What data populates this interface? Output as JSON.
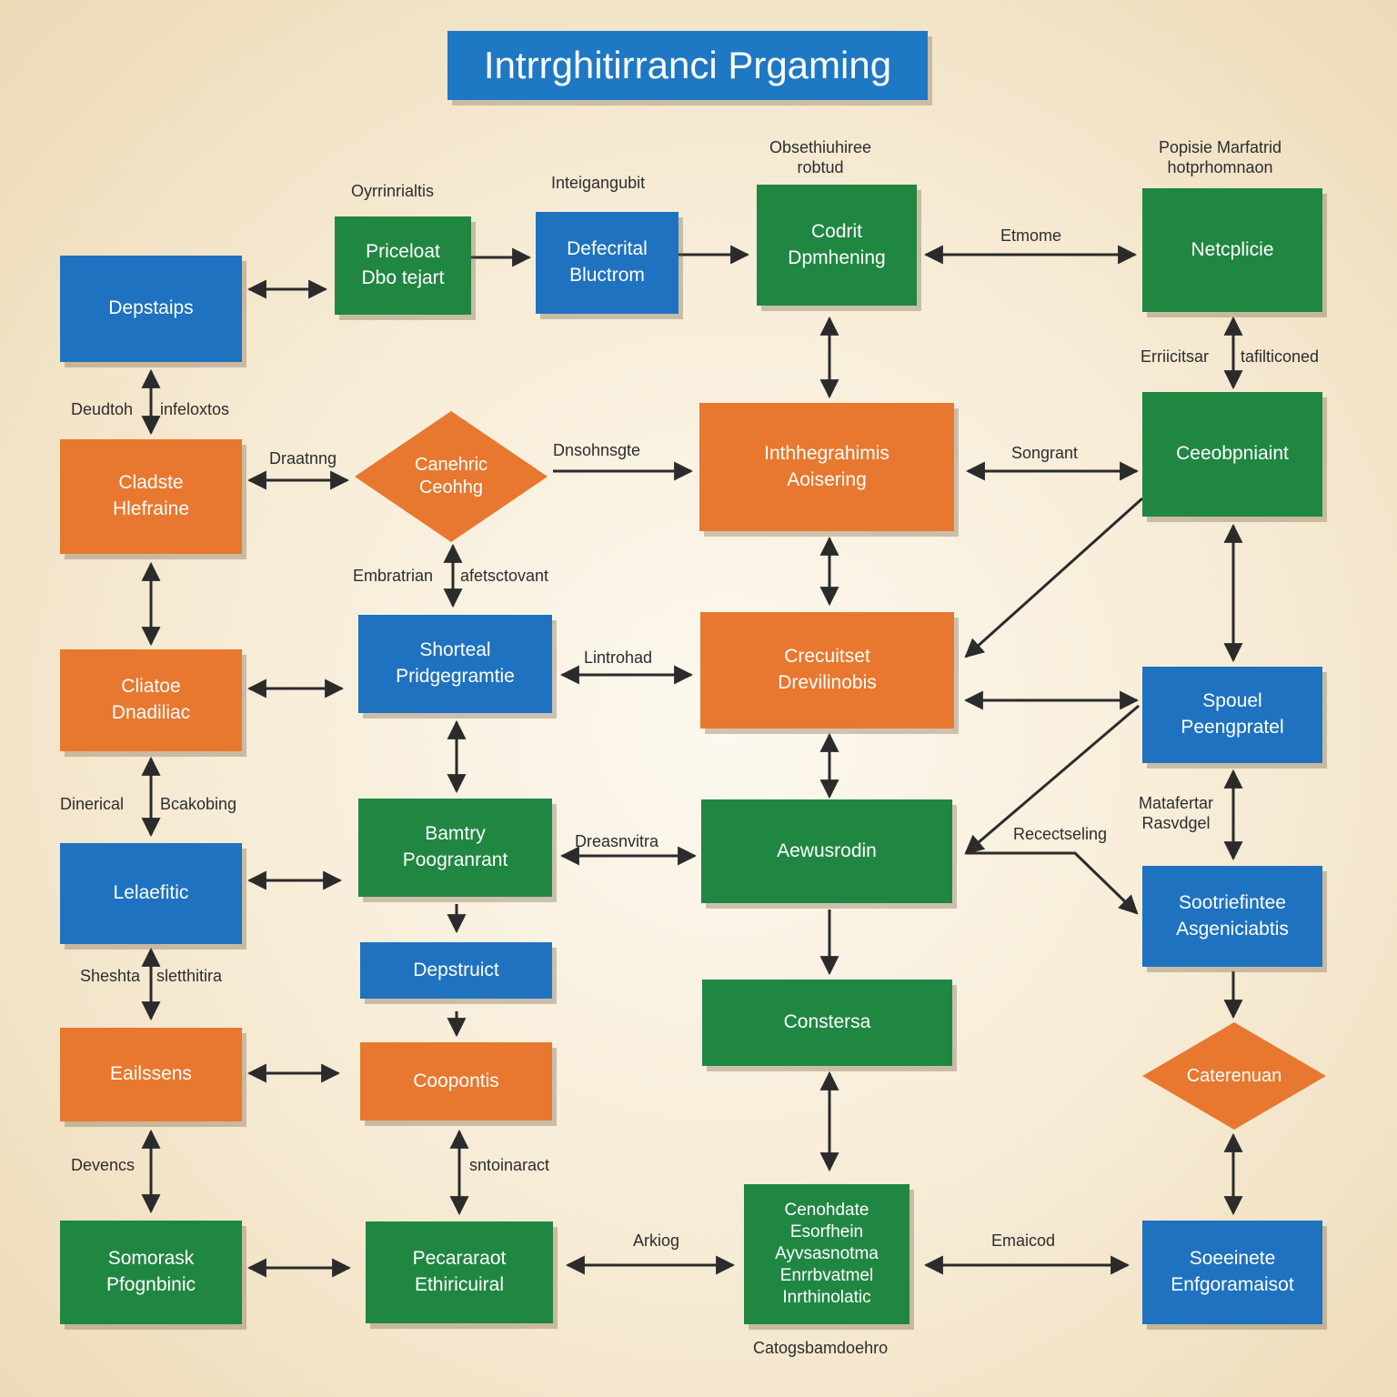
{
  "title": "Intrrghitirranci Prgaming",
  "colors": {
    "blue": "#1f72c0",
    "green": "#208742",
    "orange": "#e8782f",
    "arrow": "#2b2b2b"
  },
  "nodes": {
    "depstaips": "Depstaips",
    "priceloat": "Priceloat\nDbo tejart",
    "defecrital": "Defecrital\nBluctrom",
    "codrit": "Codrit\nDpmhening",
    "netcplicie": "Netcplicie",
    "cladste": "Cladste\nHlefraine",
    "canehric": "Canehric\nCeohhg",
    "inthermatrahimis": "Inthhegrahimis\nAoisering",
    "ceeobpniaint": "Ceeobpniaint",
    "cliatoe": "Cliatoe\nDnadiliac",
    "shorteal": "Shorteal\nPridgegramtie",
    "crecuitset": "Crecuitset\nDrevilinobis",
    "spouel": "Spouel\nPeengpratel",
    "lelaefitic": "Lelaefitic",
    "bamtry": "Bamtry\nPoogranrant",
    "aewusrodin": "Aewusrodin",
    "sootriefintee": "Sootriefintee\nAsgeniciabtis",
    "depstruict": "Depstruict",
    "constersa": "Constersa",
    "eailssens": "Eailssens",
    "coopontis": "Coopontis",
    "caterenuan": "Caterenuan",
    "somorask": "Somorask\nPfognbinic",
    "pecararaot": "Pecararaot\nEthiricuiral",
    "cenohdate": "Cenohdate\nEsorfhein\nAyvsasnotma\nEnrrbvatmel\nInrthinolatic",
    "soeeinete": "Soeeinete\nEnfgoramaisot"
  },
  "edge_labels": {
    "oyrrinrialtis": "Oyrrinrialtis",
    "inteigangubit": "Inteigangubit",
    "obsethiuhiree": "Obsethiuhiree\nrobtud",
    "popisie": "Popisie Marfatrid\nhotprhomnaon",
    "etmome": "Etmome",
    "deudtoh": "Deudtoh",
    "infeloxtos": "infeloxtos",
    "erriicitsar": "Erriicitsar",
    "tafilticoned": "tafilticoned",
    "draatnng": "Draatnng",
    "dnsohnsgte": "Dnsohnsgte",
    "songrant": "Songrant",
    "embratrian": "Embratrian",
    "afetsctovant": "afetsctovant",
    "lintrohad": "Lintrohad",
    "dinerical": "Dinerical",
    "bcakobing": "Bcakobing",
    "dreasnvitra": "Dreasnvitra",
    "recectseling": "Recectseling",
    "matafertar": "Matafertar\nRasvdgel",
    "sheshta": "Sheshta",
    "sletthitira": "sletthitira",
    "devencs": "Devencs",
    "sntoinaract": "sntoinaract",
    "arkiog": "Arkiog",
    "emaicod": "Emaicod",
    "catogsbamdoehro": "Catogsbamdoehro"
  }
}
